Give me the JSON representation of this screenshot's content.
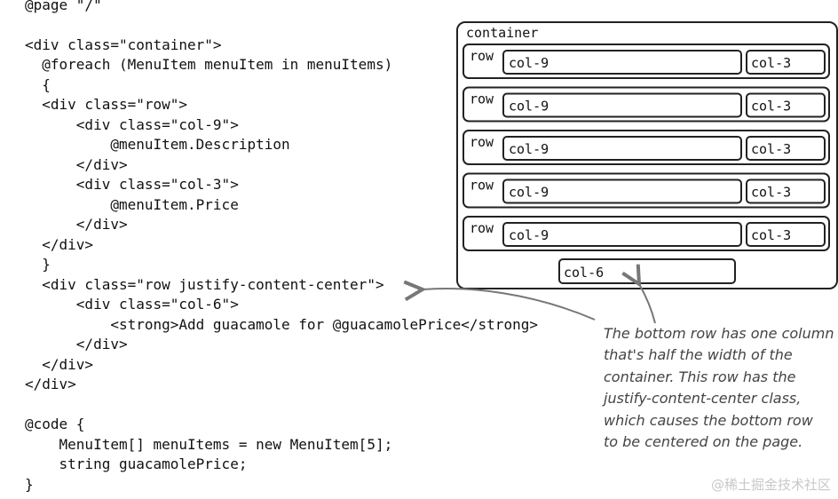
{
  "code": {
    "lines": [
      "@page \"/\"",
      "",
      "<div class=\"container\">",
      "  @foreach (MenuItem menuItem in menuItems)",
      "  {",
      "  <div class=\"row\">",
      "      <div class=\"col-9\">",
      "          @menuItem.Description",
      "      </div>",
      "      <div class=\"col-3\">",
      "          @menuItem.Price",
      "      </div>",
      "  </div>",
      "  }",
      "  <div class=\"row justify-content-center\">",
      "      <div class=\"col-6\">",
      "          <strong>Add guacamole for @guacamolePrice</strong>",
      "      </div>",
      "  </div>",
      "</div>",
      "",
      "@code {",
      "    MenuItem[] menuItems = new MenuItem[5];",
      "    string guacamolePrice;",
      "}"
    ]
  },
  "diagram": {
    "container_label": "container",
    "row_label": "row",
    "col9_label": "col-9",
    "col3_label": "col-3",
    "col6_label": "col-6",
    "row_count": 5
  },
  "annotation": {
    "lines": [
      "The bottom row has one column",
      "that's half the width of the",
      "container. This row has the",
      "justify-content-center class,",
      "which causes the bottom row",
      "to be centered on the page."
    ]
  },
  "watermark": "@稀土掘金技术社区"
}
